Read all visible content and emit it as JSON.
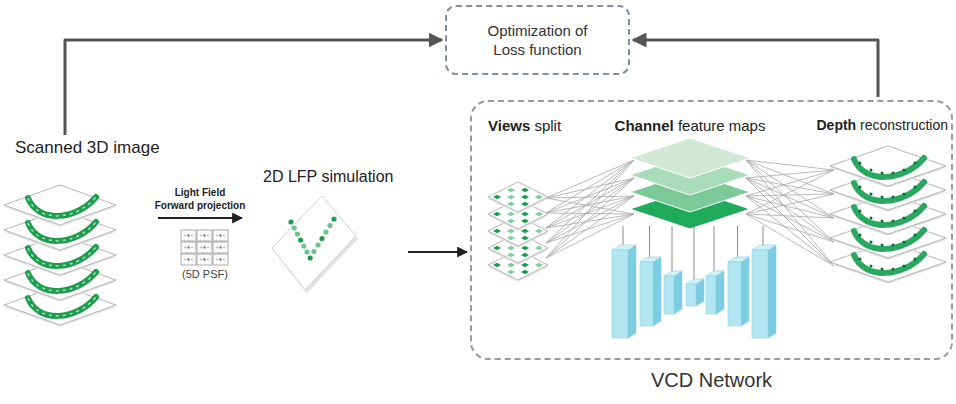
{
  "diagram": {
    "nodes": [
      {
        "text": [
          "Optimization of Loss function"
        ]
      },
      {
        "text": [
          "Scanned 3D image"
        ]
      },
      {
        "text": [
          "2D LFP simulation"
        ]
      },
      {
        "text": [
          "VCD Network"
        ]
      }
    ],
    "edges": [
      {
        "from": 1,
        "to": 2,
        "arrow": "to",
        "label": "Light Field Forward projection"
      },
      {
        "from": 2,
        "to": 3,
        "arrow": "to"
      },
      {
        "from": 1,
        "to": 0,
        "arrow": "to"
      },
      {
        "from": 3,
        "to": 0,
        "arrow": "to"
      }
    ],
    "labels": [
      "(5D PSF)",
      "Views split",
      "Channel feature maps",
      "Depth reconstruction"
    ]
  }
}
